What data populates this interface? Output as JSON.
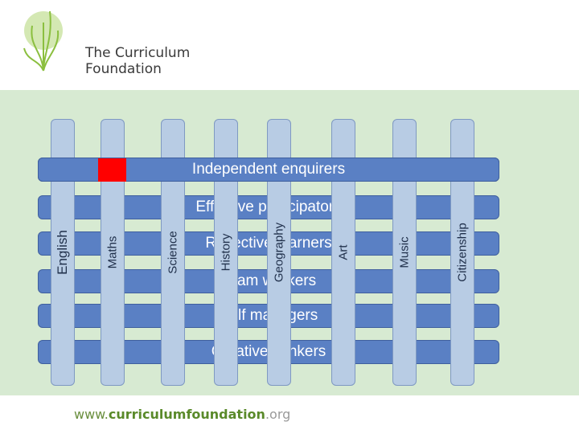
{
  "logo": {
    "line1": "The Curriculum",
    "line2": "Foundation",
    "colors": {
      "circle": "#b8d88a",
      "stems": "#8bbf3f",
      "text": "#3a3a3a"
    }
  },
  "footer": {
    "prefix": "www.",
    "domain": "curriculumfoundation",
    "suffix": ".org"
  },
  "diagram": {
    "horizontal_bars": [
      {
        "label": "Independent enquirers"
      },
      {
        "label": "Effective participators"
      },
      {
        "label": "Reflective learners"
      },
      {
        "label": "Team workers"
      },
      {
        "label": "Self managers"
      },
      {
        "label": "Creative thinkers"
      }
    ],
    "vertical_bars": [
      {
        "label": "English"
      },
      {
        "label": "Maths"
      },
      {
        "label": "Science"
      },
      {
        "label": "History"
      },
      {
        "label": "Geography"
      },
      {
        "label": "Art"
      },
      {
        "label": "Music"
      },
      {
        "label": "Citizenship"
      }
    ],
    "colors": {
      "horizontal_fill": "#5a80c4",
      "vertical_fill": "#b8cce4",
      "highlight": "#ff0000",
      "panel": "#d7ead2"
    }
  }
}
